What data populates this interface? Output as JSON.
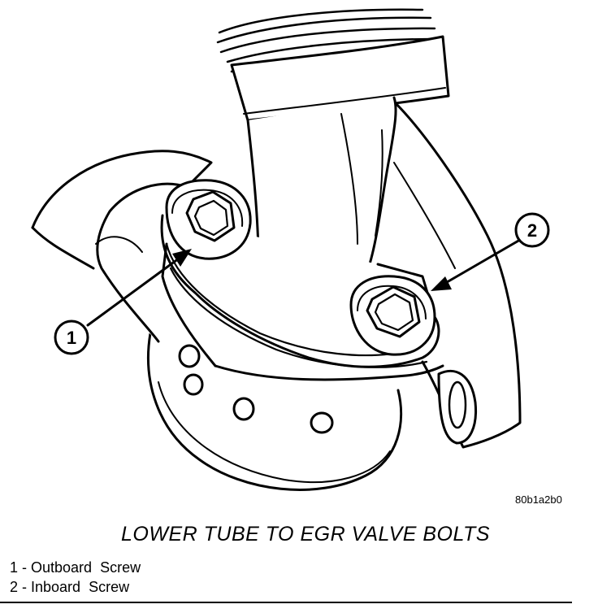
{
  "figure_id": "80b1a2b0",
  "caption": "LOWER TUBE TO EGR VALVE BOLTS",
  "callouts": [
    {
      "number": "1"
    },
    {
      "number": "2"
    }
  ],
  "legend": [
    {
      "number": "1",
      "separator": " - ",
      "label": "Outboard  Screw"
    },
    {
      "number": "2",
      "separator": " - ",
      "label": "Inboard  Screw"
    }
  ]
}
